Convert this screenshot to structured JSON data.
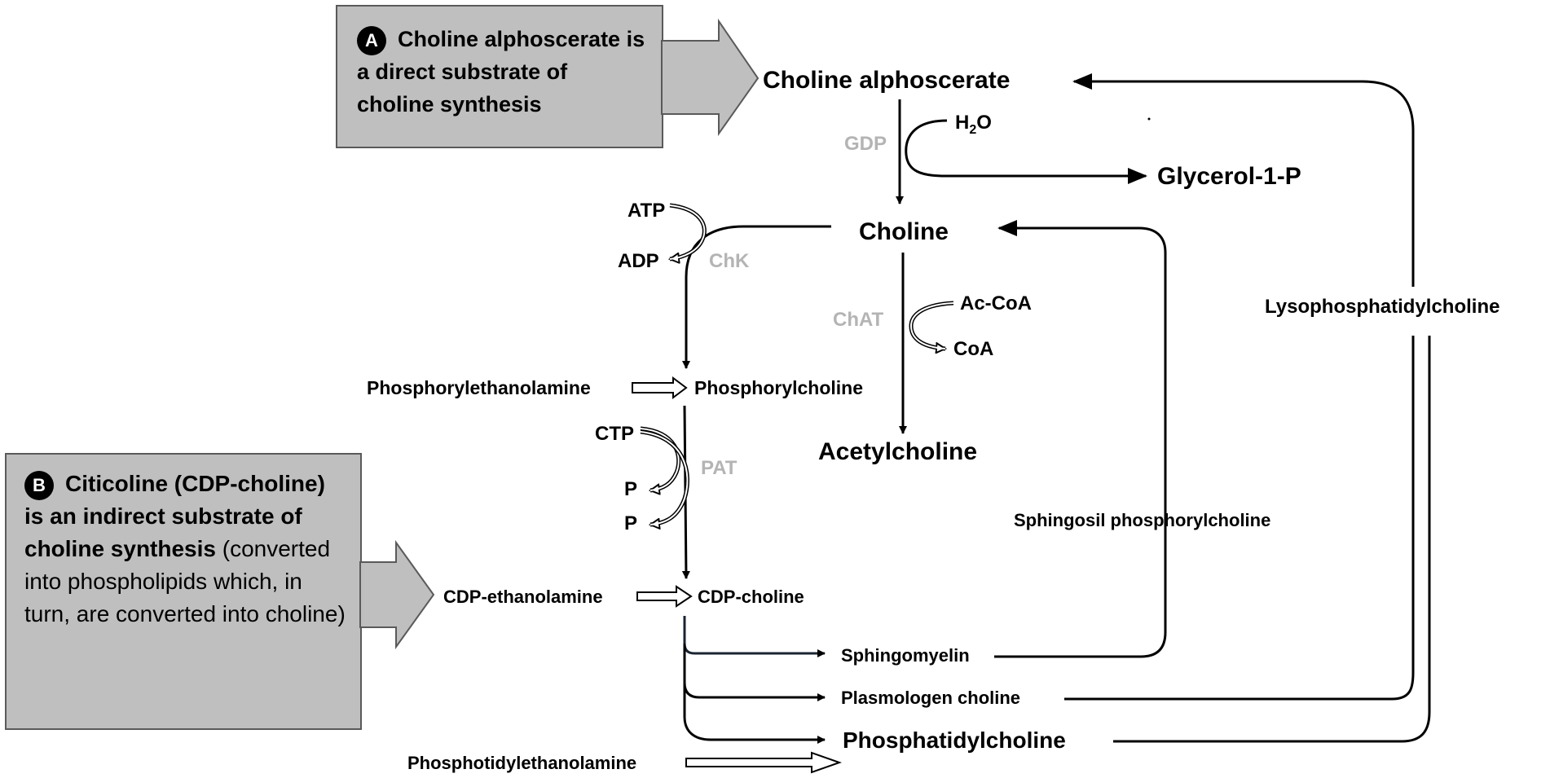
{
  "colors": {
    "box_fill": "#bfbfbf",
    "box_border": "#5a5a5a",
    "enzyme_text": "#b4b4b4",
    "line": "#000000"
  },
  "box_a": {
    "badge": "A",
    "text": "Choline alphoscerate is a direct substrate of choline synthesis"
  },
  "box_b": {
    "badge": "B",
    "bold_text": "Citicoline (CDP-choline) is an indirect substrate of choline synthesis",
    "normal_text": " (converted into phospholipids which, in turn, are converted into choline)"
  },
  "nodes": {
    "choline_alphoscerate": "Choline alphoscerate",
    "h2o_h": "H",
    "h2o_sub": "2",
    "h2o_o": "O",
    "glycerol": "Glycerol-1-P",
    "choline": "Choline",
    "atp": "ATP",
    "adp": "ADP",
    "acoa": "Ac-CoA",
    "coa": "CoA",
    "phosphorylethanolamine": "Phosphorylethanolamine",
    "phosphorylcholine": "Phosphorylcholine",
    "ctp": "CTP",
    "p1": "P",
    "p2": "P",
    "acetylcholine": "Acetylcholine",
    "lysophosphatidylcholine": "Lysophosphatidylcholine",
    "sphingosil": "Sphingosil phosphorylcholine",
    "cdp_ethanolamine": "CDP-ethanolamine",
    "cdp_choline": "CDP-choline",
    "sphingomyelin": "Sphingomyelin",
    "plasmologen": "Plasmologen choline",
    "phosphatidylcholine": "Phosphatidylcholine",
    "phosphotidylethanolamine": "Phosphotidylethanolamine"
  },
  "enzymes": {
    "gdp": "GDP",
    "chk": "ChK",
    "chat": "ChAT",
    "pat": "PAT"
  }
}
